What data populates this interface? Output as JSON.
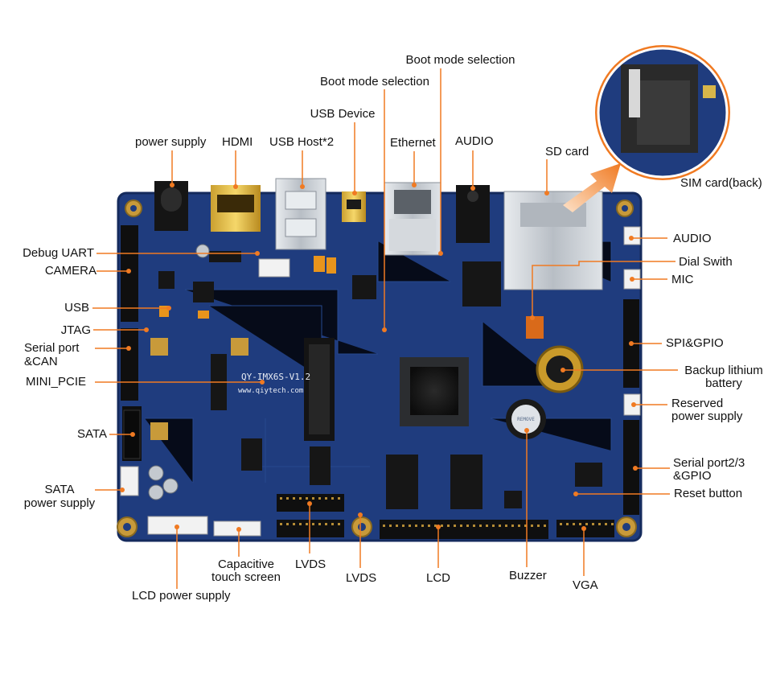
{
  "board": {
    "silkscreen_model": "QY-IMX6S-V1.2",
    "silkscreen_url": "www.qiytech.com",
    "remove_sticker": "REMOVE"
  },
  "inset": {
    "caption": "SIM card(back)"
  },
  "labels": {
    "boot_mode_1": "Boot mode selection",
    "boot_mode_2": "Boot mode selection",
    "usb_device": "USB Device",
    "power_supply": "power supply",
    "hdmi": "HDMI",
    "usb_host": "USB Host*2",
    "ethernet": "Ethernet",
    "audio_top": "AUDIO",
    "sd_card": "SD card",
    "debug_uart": "Debug UART",
    "camera": "CAMERA",
    "usb_left": "USB",
    "jtag": "JTAG",
    "serial_can_1": "Serial port",
    "serial_can_2": "&CAN",
    "mini_pcie": "MINI_PCIE",
    "sata": "SATA",
    "sata_power_1": "SATA",
    "sata_power_2": "power supply",
    "audio_right": "AUDIO",
    "dial_switch": "Dial Swith",
    "mic": "MIC",
    "spi_gpio": "SPI&GPIO",
    "battery_1": "Backup lithium",
    "battery_2": "battery",
    "reserved_1": "Reserved",
    "reserved_2": "power supply",
    "serial23_1": "Serial port2/3",
    "serial23_2": "&GPIO",
    "reset": "Reset button",
    "capacitive_1": "Capacitive",
    "capacitive_2": "touch screen",
    "lvds_1": "LVDS",
    "lvds_2": "LVDS",
    "lcd": "LCD",
    "buzzer": "Buzzer",
    "vga": "VGA",
    "lcd_power": "LCD power supply"
  },
  "colors": {
    "board": "#1f3c7e",
    "board_dark": "#142a5c",
    "leader": "#f07a22",
    "chip": "#161616",
    "metal": "#c9ced3"
  }
}
